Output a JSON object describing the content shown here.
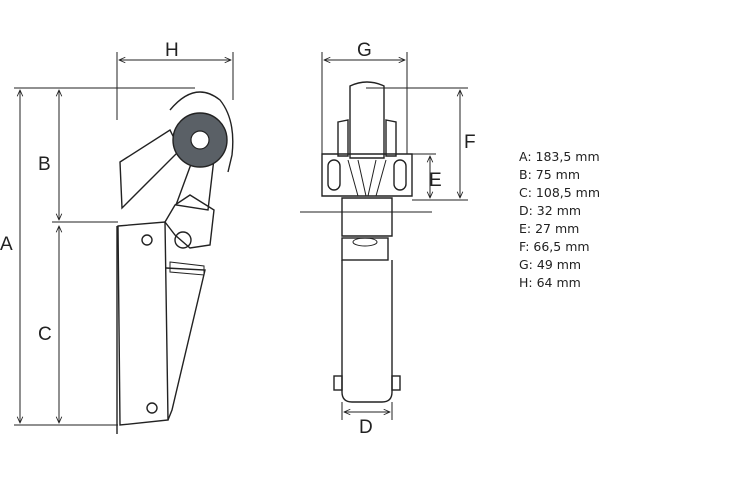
{
  "dimension_labels": {
    "a": "A",
    "b": "B",
    "c": "C",
    "d": "D",
    "e": "E",
    "f": "F",
    "g": "G",
    "h": "H"
  },
  "specs": [
    "A: 183,5 mm",
    "B: 75 mm",
    "C: 108,5 mm",
    "D: 32 mm",
    "E: 27 mm",
    "F: 66,5 mm",
    "G: 49 mm",
    "H: 64 mm"
  ],
  "colors": {
    "line": "#222222",
    "roller_fill": "#5a6066",
    "background": "#ffffff"
  }
}
